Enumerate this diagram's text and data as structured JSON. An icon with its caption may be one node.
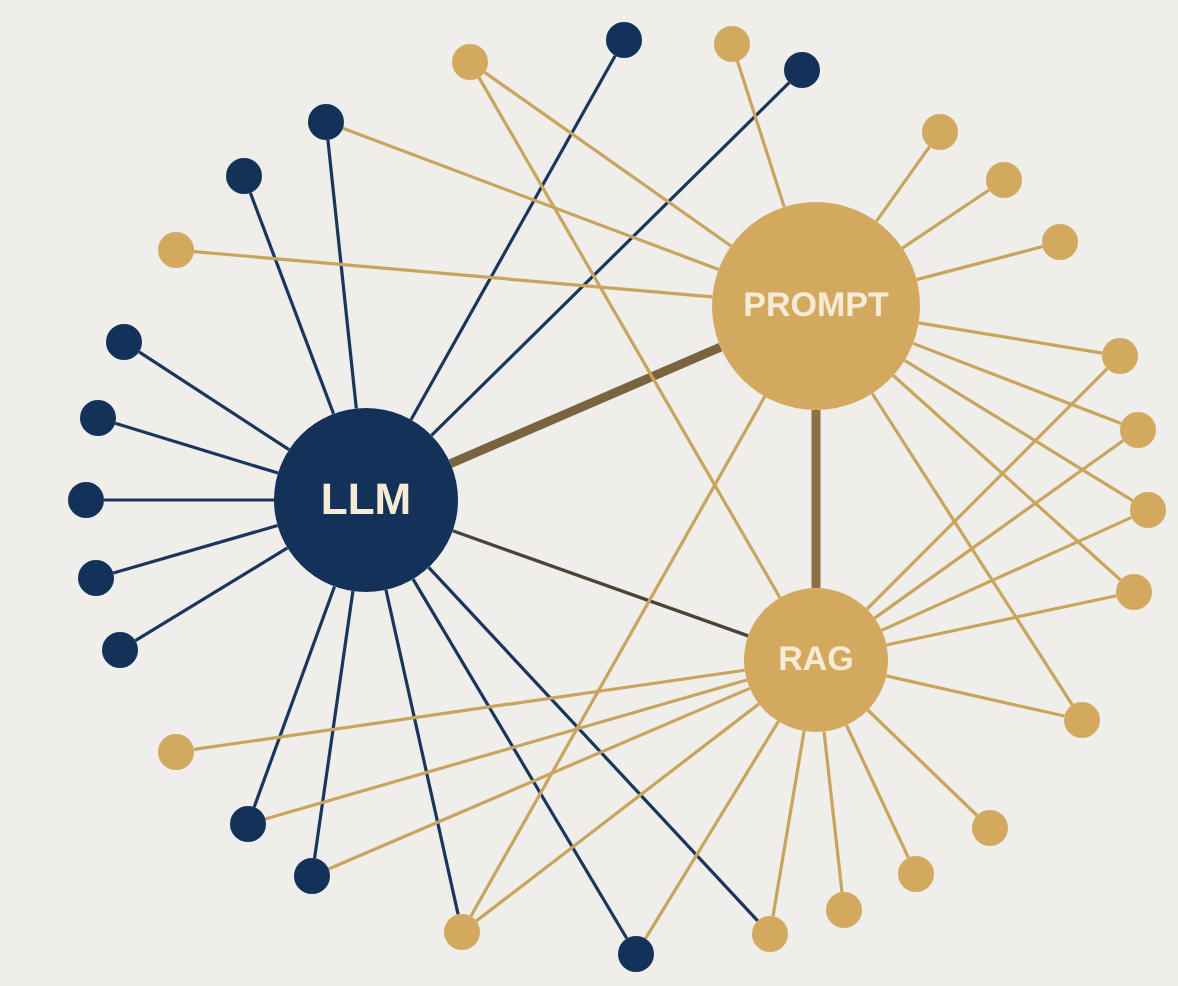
{
  "diagram": {
    "nodes": [
      {
        "text": [
          "PROMPT"
        ]
      },
      {
        "text": [
          "LLM"
        ]
      },
      {
        "text": [
          "RAG"
        ]
      },
      {
        "text": [],
        "shape": "circle"
      },
      {
        "text": [],
        "shape": "circle"
      },
      {
        "text": [],
        "shape": "circle"
      },
      {
        "text": [],
        "shape": "circle"
      },
      {
        "text": [],
        "shape": "circle"
      },
      {
        "text": [],
        "shape": "circle"
      },
      {
        "text": [],
        "shape": "circle"
      },
      {
        "text": [],
        "shape": "circle"
      },
      {
        "text": [],
        "shape": "circle"
      },
      {
        "text": [],
        "shape": "circle"
      },
      {
        "text": [],
        "shape": "circle"
      },
      {
        "text": [],
        "shape": "circle"
      },
      {
        "text": [],
        "shape": "circle"
      },
      {
        "text": [],
        "shape": "circle"
      },
      {
        "text": [],
        "shape": "circle"
      },
      {
        "text": [],
        "shape": "circle"
      },
      {
        "text": [],
        "shape": "circle"
      },
      {
        "text": [],
        "shape": "circle"
      },
      {
        "text": [],
        "shape": "circle"
      },
      {
        "text": [],
        "shape": "circle"
      },
      {
        "text": [],
        "shape": "circle"
      },
      {
        "text": [],
        "shape": "circle"
      },
      {
        "text": [],
        "shape": "circle"
      },
      {
        "text": [],
        "shape": "circle"
      },
      {
        "text": [],
        "shape": "circle"
      },
      {
        "text": [],
        "shape": "circle"
      },
      {
        "text": [],
        "shape": "circle"
      },
      {
        "text": [],
        "shape": "circle"
      },
      {
        "text": [],
        "shape": "circle"
      }
    ],
    "edges": [
      {
        "from": 1,
        "to": 0,
        "arrow": "none",
        "style": "thick",
        "color": "#7a6440"
      },
      {
        "from": 1,
        "to": 2,
        "arrow": "none",
        "color": "#4a4434"
      },
      {
        "from": 0,
        "to": 2,
        "arrow": "none",
        "style": "thick",
        "color": "#8a7245"
      },
      {
        "from": 1,
        "to": 4,
        "arrow": "none",
        "color": "#1b365d"
      },
      {
        "from": 1,
        "to": 6,
        "arrow": "none",
        "color": "#1b365d"
      },
      {
        "from": 1,
        "to": 7,
        "arrow": "none",
        "color": "#1b365d"
      },
      {
        "from": 1,
        "to": 8,
        "arrow": "none",
        "color": "#1b365d"
      },
      {
        "from": 1,
        "to": 13,
        "arrow": "none",
        "color": "#1b365d"
      },
      {
        "from": 1,
        "to": 15,
        "arrow": "none",
        "color": "#1b365d"
      },
      {
        "from": 1,
        "to": 17,
        "arrow": "none",
        "color": "#1b365d"
      },
      {
        "from": 1,
        "to": 19,
        "arrow": "none",
        "color": "#1b365d"
      },
      {
        "from": 1,
        "to": 21,
        "arrow": "none",
        "color": "#1b365d"
      },
      {
        "from": 1,
        "to": 24,
        "arrow": "none",
        "color": "#1b365d"
      },
      {
        "from": 1,
        "to": 26,
        "arrow": "none",
        "color": "#1b365d"
      },
      {
        "from": 1,
        "to": 29,
        "arrow": "none",
        "color": "#1b365d"
      },
      {
        "from": 1,
        "to": 31,
        "arrow": "none",
        "color": "#1b365d"
      },
      {
        "from": 1,
        "to": 30,
        "arrow": "none",
        "color": "#1b365d"
      },
      {
        "from": 0,
        "to": 3,
        "arrow": "none"
      },
      {
        "from": 0,
        "to": 5,
        "arrow": "none"
      },
      {
        "from": 0,
        "to": 7,
        "arrow": "none"
      },
      {
        "from": 0,
        "to": 9,
        "arrow": "none"
      },
      {
        "from": 0,
        "to": 10,
        "arrow": "none"
      },
      {
        "from": 0,
        "to": 11,
        "arrow": "none"
      },
      {
        "from": 0,
        "to": 12,
        "arrow": "none"
      },
      {
        "from": 0,
        "to": 14,
        "arrow": "none"
      },
      {
        "from": 0,
        "to": 16,
        "arrow": "none"
      },
      {
        "from": 0,
        "to": 18,
        "arrow": "none"
      },
      {
        "from": 0,
        "to": 20,
        "arrow": "none"
      },
      {
        "from": 0,
        "to": 22,
        "arrow": "none"
      },
      {
        "from": 0,
        "to": 29,
        "arrow": "none"
      },
      {
        "from": 2,
        "to": 3,
        "arrow": "none"
      },
      {
        "from": 2,
        "to": 14,
        "arrow": "none"
      },
      {
        "from": 2,
        "to": 16,
        "arrow": "none"
      },
      {
        "from": 2,
        "to": 18,
        "arrow": "none"
      },
      {
        "from": 2,
        "to": 20,
        "arrow": "none"
      },
      {
        "from": 2,
        "to": 22,
        "arrow": "none"
      },
      {
        "from": 2,
        "to": 23,
        "arrow": "none"
      },
      {
        "from": 2,
        "to": 24,
        "arrow": "none"
      },
      {
        "from": 2,
        "to": 25,
        "arrow": "none"
      },
      {
        "from": 2,
        "to": 26,
        "arrow": "none"
      },
      {
        "from": 2,
        "to": 27,
        "arrow": "none"
      },
      {
        "from": 2,
        "to": 28,
        "arrow": "none"
      },
      {
        "from": 2,
        "to": 29,
        "arrow": "none"
      },
      {
        "from": 2,
        "to": 30,
        "arrow": "none"
      },
      {
        "from": 2,
        "to": 31,
        "arrow": "none"
      }
    ]
  }
}
